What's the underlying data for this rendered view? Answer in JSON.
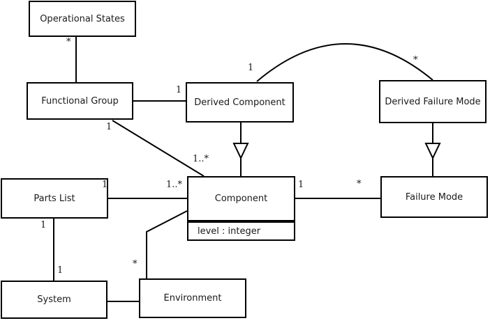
{
  "diagram": {
    "kind": "uml-class-diagram",
    "classes": [
      {
        "id": "operational-states",
        "label": "Operational States"
      },
      {
        "id": "functional-group",
        "label": "Functional Group"
      },
      {
        "id": "derived-component",
        "label": "Derived Component"
      },
      {
        "id": "derived-failure-mode",
        "label": "Derived Failure Mode"
      },
      {
        "id": "parts-list",
        "label": "Parts List"
      },
      {
        "id": "component",
        "label": "Component",
        "attributes": [
          "level : integer"
        ]
      },
      {
        "id": "failure-mode",
        "label": "Failure Mode"
      },
      {
        "id": "system",
        "label": "System"
      },
      {
        "id": "environment",
        "label": "Environment"
      }
    ],
    "multiplicities": [
      {
        "association": "operational-states to functional-group",
        "near": "operational-states",
        "text": "*"
      },
      {
        "association": "functional-group to derived-component",
        "near": "derived-component",
        "text": "1"
      },
      {
        "association": "functional-group to component",
        "near": "functional-group",
        "text": "1"
      },
      {
        "association": "derived-component to derived-failure-mode",
        "near": "derived-component",
        "text": "1"
      },
      {
        "association": "derived-component to derived-failure-mode",
        "near": "derived-failure-mode",
        "text": "*"
      },
      {
        "association": "functional-group to component",
        "near": "component",
        "text": "1..*"
      },
      {
        "association": "parts-list to component",
        "near": "component",
        "text": "1..*"
      },
      {
        "association": "parts-list to component",
        "near": "parts-list",
        "text": "1"
      },
      {
        "association": "component to failure-mode",
        "near": "component",
        "text": "1"
      },
      {
        "association": "component to failure-mode",
        "near": "failure-mode",
        "text": "*"
      },
      {
        "association": "parts-list to system",
        "near": "parts-list",
        "text": "1"
      },
      {
        "association": "parts-list to system",
        "near": "system",
        "text": "1"
      },
      {
        "association": "component to environment",
        "near": "environment",
        "text": "*"
      }
    ],
    "connections": [
      {
        "type": "association",
        "from": "Operational States",
        "to": "Functional Group"
      },
      {
        "type": "association",
        "from": "Functional Group",
        "to": "Derived Component"
      },
      {
        "type": "generalization",
        "from": "Derived Component",
        "to": "Component",
        "arrowhead": "hollow-triangle-toward-component"
      },
      {
        "type": "generalization",
        "from": "Derived Failure Mode",
        "to": "Failure Mode",
        "arrowhead": "hollow-triangle-toward-failure-mode"
      },
      {
        "type": "association",
        "from": "Derived Component",
        "to": "Derived Failure Mode",
        "style": "arc"
      },
      {
        "type": "association",
        "from": "Functional Group",
        "to": "Component"
      },
      {
        "type": "association",
        "from": "Parts List",
        "to": "Component"
      },
      {
        "type": "association",
        "from": "Component",
        "to": "Failure Mode"
      },
      {
        "type": "association",
        "from": "Parts List",
        "to": "System"
      },
      {
        "type": "association",
        "from": "Component",
        "to": "Environment",
        "style": "bent"
      },
      {
        "type": "association",
        "from": "System",
        "to": "Environment"
      }
    ],
    "colors": {
      "line": "#000000",
      "box_border": "#000000",
      "box_fill": "#ffffff",
      "background": "#ffffff",
      "text": "#1a1a1a"
    }
  }
}
